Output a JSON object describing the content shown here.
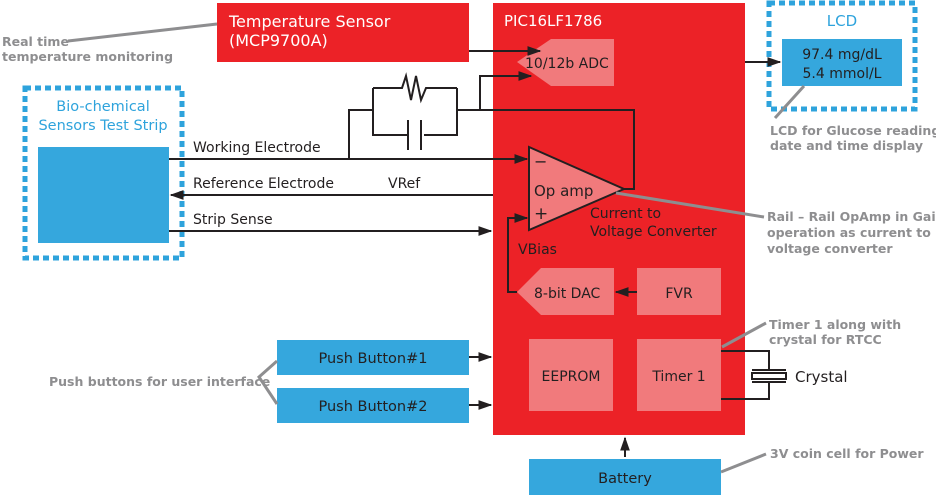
{
  "colors": {
    "mcu_red": "#ec2227",
    "block_pink": "#f17a7c",
    "peripheral_blue": "#35a7dd",
    "dashed_blue": "#2ea3dc",
    "callout_gray": "#8e8e90",
    "wire_black": "#231f20"
  },
  "temperature_sensor": {
    "line1": "Temperature Sensor",
    "line2": "(MCP9700A)"
  },
  "mcu": {
    "title": "PIC16LF1786",
    "adc": "10/12b ADC",
    "opamp": {
      "minus": "−",
      "label": "Op amp",
      "plus": "+"
    },
    "converter": {
      "line1": "Current to",
      "line2": "Voltage Converter"
    },
    "vbias": "VBias",
    "dac": "8-bit DAC",
    "fvr": "FVR",
    "eeprom": "EEPROM",
    "timer": "Timer 1"
  },
  "test_strip": {
    "line1": "Bio-chemical",
    "line2": "Sensors Test Strip"
  },
  "signals": {
    "working": "Working Electrode",
    "reference": "Reference Electrode",
    "vref": "VRef",
    "strip_sense": "Strip Sense"
  },
  "lcd": {
    "title": "LCD",
    "reading1": "97.4 mg/dL",
    "reading2": "5.4 mmol/L"
  },
  "buttons": {
    "b1": "Push Button#1",
    "b2": "Push Button#2"
  },
  "battery": "Battery",
  "crystal": "Crystal",
  "callouts": {
    "temp": {
      "line1": "Real time",
      "line2": "temperature monitoring"
    },
    "lcd": {
      "line1": "LCD for Glucose reading,",
      "line2": "date and time display"
    },
    "opamp": {
      "line1": "Rail – Rail OpAmp in Gain",
      "line2": "operation as current to",
      "line3": "voltage converter"
    },
    "timer": {
      "line1": "Timer 1 along with",
      "line2": "crystal for RTCC"
    },
    "buttons": "Push buttons for user interface",
    "battery": "3V coin cell for Power"
  }
}
